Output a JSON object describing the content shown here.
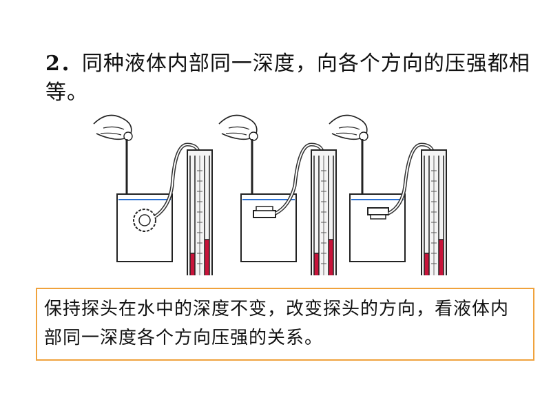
{
  "heading": {
    "number": "2．",
    "text": "同种液体内部同一深度，向各个方向的压强都相等。"
  },
  "note": {
    "text": "保持探头在水中的深度不变，改变探头的方向，看液体内部同一深度各个方向压强的关系。"
  },
  "colors": {
    "note_border": "#f0a23c",
    "manometer_liquid": "#c8143a",
    "water_line": "#2a6fd0",
    "outline": "#222222"
  },
  "figure": {
    "panels": [
      {
        "probe_orientation": "side"
      },
      {
        "probe_orientation": "up"
      },
      {
        "probe_orientation": "down"
      }
    ]
  }
}
